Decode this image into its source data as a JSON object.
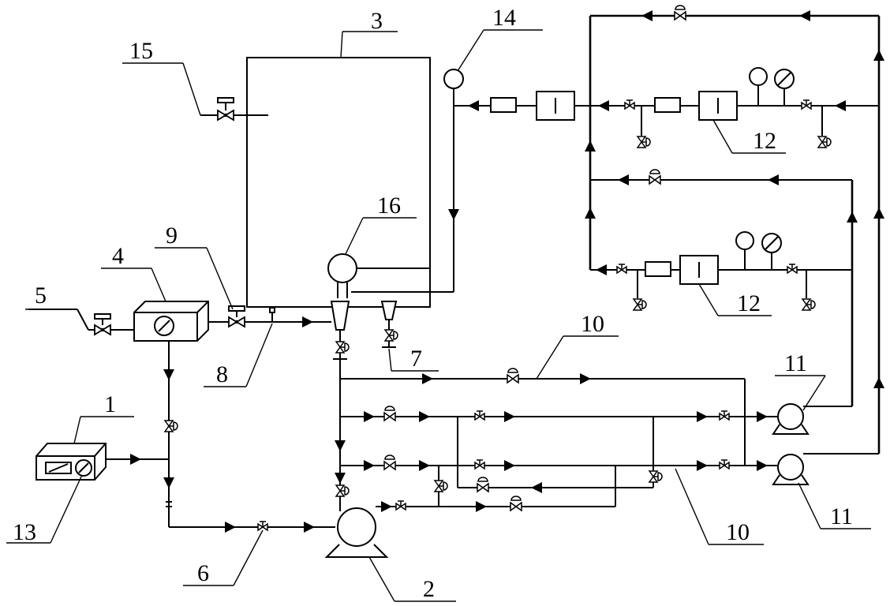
{
  "labels": {
    "n1": "1",
    "n2": "2",
    "n3": "3",
    "n4": "4",
    "n5": "5",
    "n6": "6",
    "n7": "7",
    "n8": "8",
    "n9": "9",
    "n10a": "10",
    "n10b": "10",
    "n11a": "11",
    "n11b": "11",
    "n12a": "12",
    "n12b": "12",
    "n13": "13",
    "n14": "14",
    "n15": "15",
    "n16": "16"
  },
  "colors": {
    "line": "#000000",
    "background": "#ffffff"
  }
}
